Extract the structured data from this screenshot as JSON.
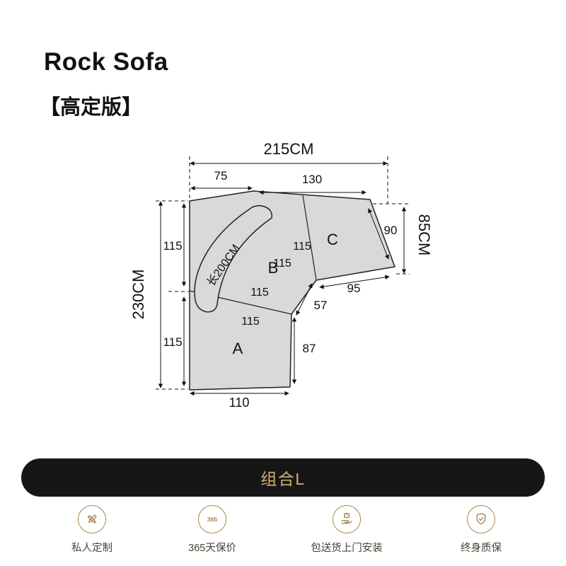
{
  "header": {
    "title": "Rock Sofa",
    "subtitle": "【高定版】"
  },
  "diagram": {
    "total_width": "215CM",
    "total_height": "230CM",
    "right_height": "85CM",
    "armrest_length": "长200CM",
    "seg_75": "75",
    "seg_130": "130",
    "seg_90": "90",
    "seg_95": "95",
    "seg_57": "57",
    "seg_87": "87",
    "seg_110": "110",
    "left_115_top": "115",
    "left_115_bottom": "115",
    "c_115": "115",
    "b_115": "115",
    "mid_115_top": "115",
    "mid_115_bottom": "115",
    "section_a": "A",
    "section_b": "B",
    "section_c": "C"
  },
  "banner": {
    "label": "组合L"
  },
  "features": [
    {
      "label": "私人定制"
    },
    {
      "label": "365天保价",
      "badge": "365"
    },
    {
      "label": "包送货上门安装"
    },
    {
      "label": "终身质保"
    }
  ]
}
